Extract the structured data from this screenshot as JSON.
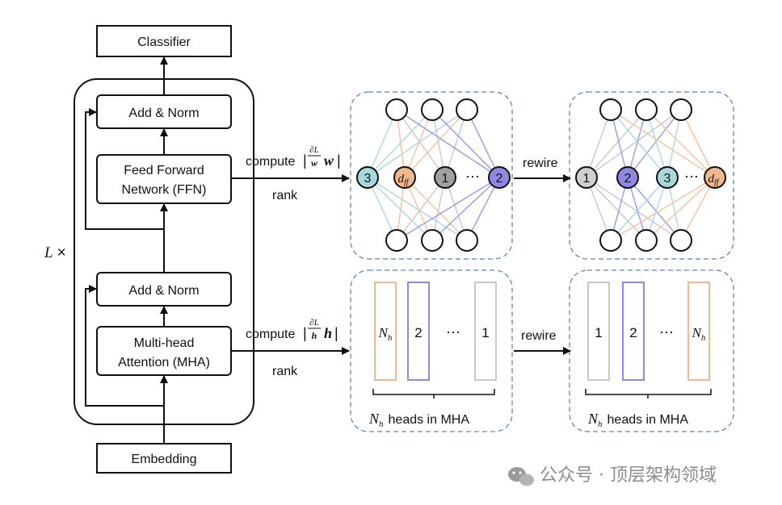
{
  "transformer": {
    "classifier": "Classifier",
    "add_norm_top": "Add & Norm",
    "ffn_line1": "Feed Forward",
    "ffn_line2": "Network (FFN)",
    "add_norm_bottom": "Add & Norm",
    "mha_line1": "Multi-head",
    "mha_line2": "Attention (MHA)",
    "embedding": "Embedding",
    "repeat_symbol": "L",
    "repeat_times": "×"
  },
  "ffn_arrow": {
    "compute": "compute",
    "frac_num": "∂L",
    "frac_den": "w",
    "vec": "w",
    "rank": "rank"
  },
  "mha_arrow": {
    "compute": "compute",
    "frac_num": "∂L",
    "frac_den": "h",
    "vec": "h",
    "rank": "rank"
  },
  "rewire_top": "rewire",
  "rewire_bottom": "rewire",
  "ffn_before": {
    "neurons": [
      {
        "label": "3",
        "kind": "teal"
      },
      {
        "label": "d",
        "sub": "ff",
        "kind": "orange"
      },
      {
        "label": "1",
        "kind": "gray"
      },
      {
        "label": "2",
        "kind": "purple"
      }
    ],
    "dots": "⋯"
  },
  "ffn_after": {
    "neurons": [
      {
        "label": "1",
        "kind": "lightgray"
      },
      {
        "label": "2",
        "kind": "purple"
      },
      {
        "label": "3",
        "kind": "teal"
      },
      {
        "label": "d",
        "sub": "ff",
        "kind": "orange"
      }
    ],
    "dots": "⋯"
  },
  "heads_before": {
    "heads": [
      {
        "label": "N",
        "sub": "h",
        "color": "orange"
      },
      {
        "label": "2",
        "color": "purple"
      },
      {
        "label": "1",
        "color": "gray"
      }
    ],
    "dots": "⋯",
    "caption_sym": "N",
    "caption_sub": "h",
    "caption_text": "heads in MHA"
  },
  "heads_after": {
    "heads": [
      {
        "label": "1",
        "color": "gray"
      },
      {
        "label": "2",
        "color": "purple"
      },
      {
        "label": "N",
        "sub": "h",
        "color": "orange"
      }
    ],
    "dots": "⋯",
    "caption_sym": "N",
    "caption_sub": "h",
    "caption_text": "heads in MHA"
  },
  "watermark": "公众号 · 顶层架构领域",
  "colors": {
    "teal": "#a6d8dc",
    "orange": "#f2b88b",
    "gray": "#a0a0a0",
    "lightgray": "#cfcfcf",
    "purple": "#8f88e3",
    "purple_light": "#9c96e8",
    "teal_line": "#aad9e0",
    "orange_line": "#f5c29c",
    "gray_line": "#c8c8c8",
    "dash_box": "#5b86b8"
  }
}
